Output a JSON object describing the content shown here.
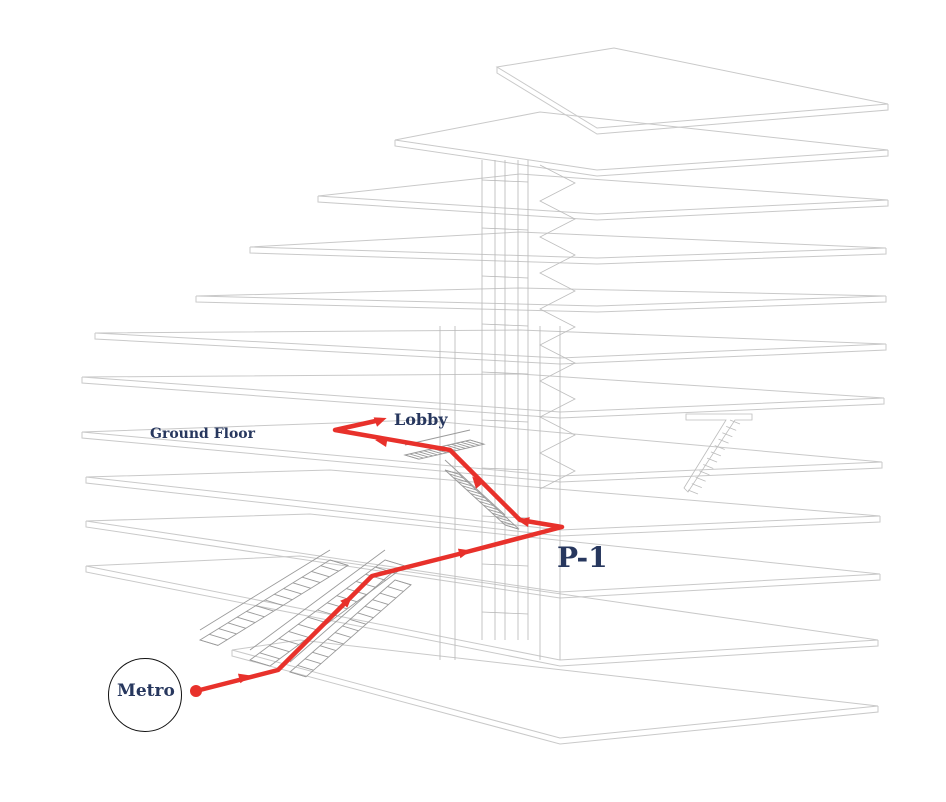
{
  "labels": {
    "ground_floor": "Ground Floor",
    "lobby": "Lobby",
    "p1": "P-1",
    "metro": "Metro"
  },
  "colors": {
    "route": "#e8312b",
    "label_text": "#27375e",
    "structure_line": "#c9c9c9",
    "structure_dark": "#9a9a9a"
  }
}
